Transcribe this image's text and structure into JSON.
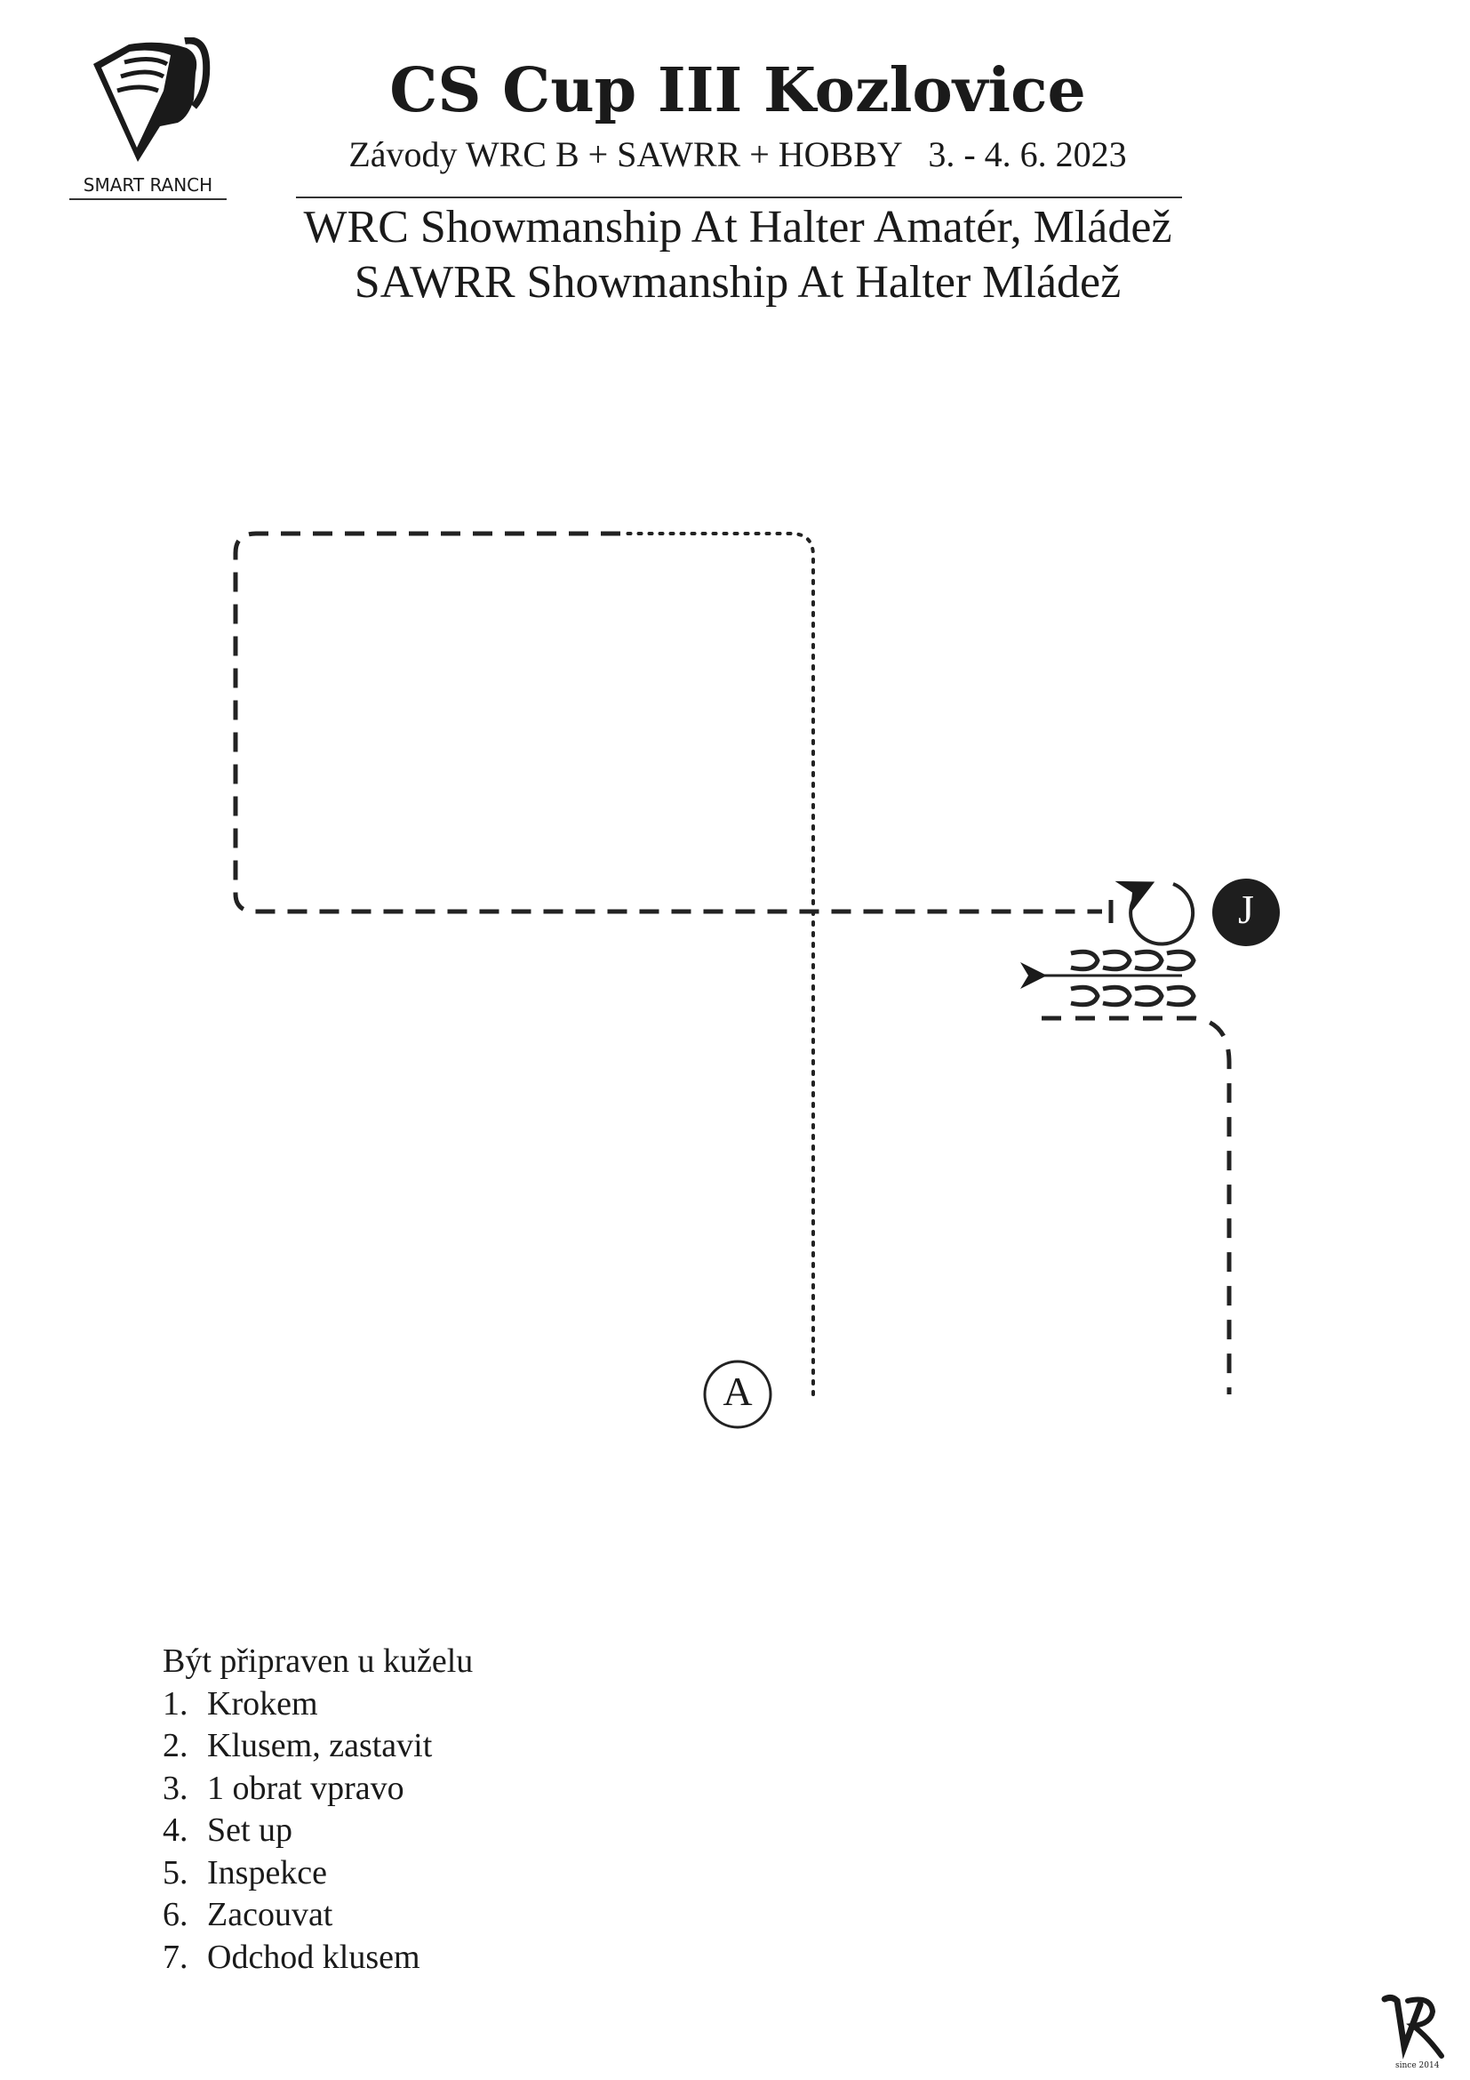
{
  "header": {
    "logo_text": "SMART RANCH",
    "title": "CS Cup III Kozlovice",
    "subtitle": "Závody WRC B + SAWRR + HOBBY   3. - 4. 6. 2023",
    "class_line_1": "WRC Showmanship At Halter Amatér, Mládež",
    "class_line_2": "SAWRR Showmanship At Halter Mládež"
  },
  "pattern": {
    "markers": {
      "a": "A",
      "j": "J"
    }
  },
  "instructions": {
    "intro": "Být připraven u kuželu",
    "steps": [
      {
        "n": "1.",
        "text": "Krokem"
      },
      {
        "n": "2.",
        "text": "Klusem, zastavit"
      },
      {
        "n": "3.",
        "text": "1 obrat vpravo"
      },
      {
        "n": "4.",
        "text": "Set up"
      },
      {
        "n": "5.",
        "text": "Inspekce"
      },
      {
        "n": "6.",
        "text": "Zacouvat"
      },
      {
        "n": "7.",
        "text": "Odchod klusem"
      }
    ]
  },
  "footer": {
    "logo_text": "VR",
    "since": "since 2014"
  }
}
